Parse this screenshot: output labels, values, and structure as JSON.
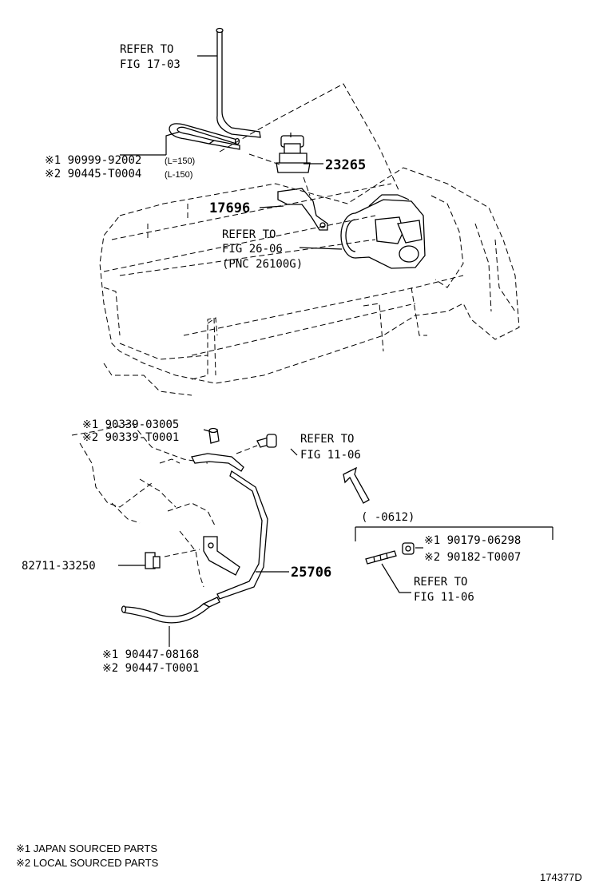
{
  "labels": {
    "refer_fig_17_03_a": "REFER TO",
    "refer_fig_17_03_b": "FIG 17-03",
    "hose1_a_num": "※1 90999-92002",
    "hose1_a_len": "(L=150)",
    "hose1_b_num": "※2 90445-T0004",
    "hose1_b_len": "(L-150)",
    "part_23265": "23265",
    "part_17696": "17696",
    "refer_fig_26_06_a": "REFER TO",
    "refer_fig_26_06_b": "FIG 26-06",
    "refer_fig_26_06_c": "(PNC 26100G)",
    "cap_a": "※1 90339-03005",
    "cap_b": "※2 90339-T0001",
    "refer_fig_11_06_a": "REFER TO",
    "refer_fig_11_06_b": "FIG 11-06",
    "date_range": "(   -0612)",
    "nut_a": "※1 90179-06298",
    "nut_b": "※2 90182-T0007",
    "refer_fig_11_06_c": "REFER TO",
    "refer_fig_11_06_d": "FIG 11-06",
    "part_82711": "82711-33250",
    "part_25706": "25706",
    "hose2_a": "※1 90447-08168",
    "hose2_b": "※2 90447-T0001"
  },
  "footer": {
    "note1": "※1 JAPAN SOURCED PARTS",
    "note2": "※2 LOCAL SOURCED PARTS",
    "figure_id": "174377D"
  }
}
